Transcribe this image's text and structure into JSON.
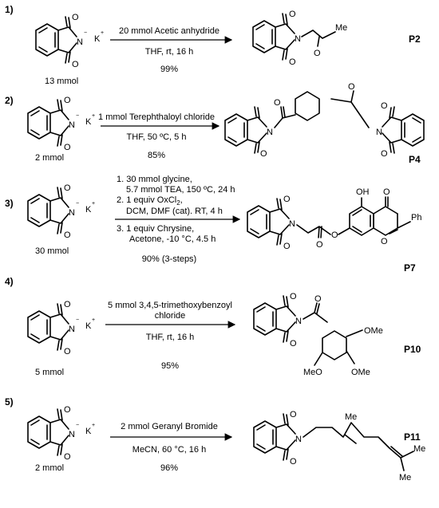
{
  "reactions": [
    {
      "number": "1)",
      "start_amount": "13 mmol",
      "conditions": [
        "20 mmol Acetic anhydride",
        "THF, rt, 16 h"
      ],
      "yield": "99%",
      "product": "P2",
      "product_substituent": "Me"
    },
    {
      "number": "2)",
      "start_amount": "2 mmol",
      "conditions": [
        "1 mmol Terephthaloyl chloride",
        "THF, 50 ºC, 5 h"
      ],
      "yield": "85%",
      "product": "P4"
    },
    {
      "number": "3)",
      "start_amount": "30 mmol",
      "conditions": [
        "1. 30 mmol glycine,",
        "5.7 mmol TEA, 150 ºC, 24 h",
        "2. 1 equiv OxCl",
        "DCM, DMF (cat). RT, 4 h",
        "3.  1 equiv Chrysine,",
        "Acetone, -10 °C, 4.5 h"
      ],
      "subscript": "2",
      "yield": "90% (3-steps)",
      "product": "P7",
      "product_labels": [
        "OH",
        "Ph"
      ]
    },
    {
      "number": "4)",
      "start_amount": "5 mmol",
      "conditions": [
        "5 mmol 3,4,5-trimethoxybenzoyl",
        "chloride",
        "THF, rt, 16 h"
      ],
      "yield": "95%",
      "product": "P10",
      "product_labels": [
        "OMe",
        "OMe",
        "MeO"
      ]
    },
    {
      "number": "5)",
      "start_amount": "2 mmol",
      "conditions": [
        "2 mmol Geranyl Bromide",
        "MeCN, 60 °C, 16 h"
      ],
      "yield": "96%",
      "product": "P11",
      "product_labels": [
        "Me",
        "Me",
        "Me"
      ]
    }
  ],
  "reagent_labels": {
    "nitrogen": "N",
    "potassium": "K",
    "oxygen": "O",
    "negative_charge": "−",
    "positive_charge": "+"
  }
}
